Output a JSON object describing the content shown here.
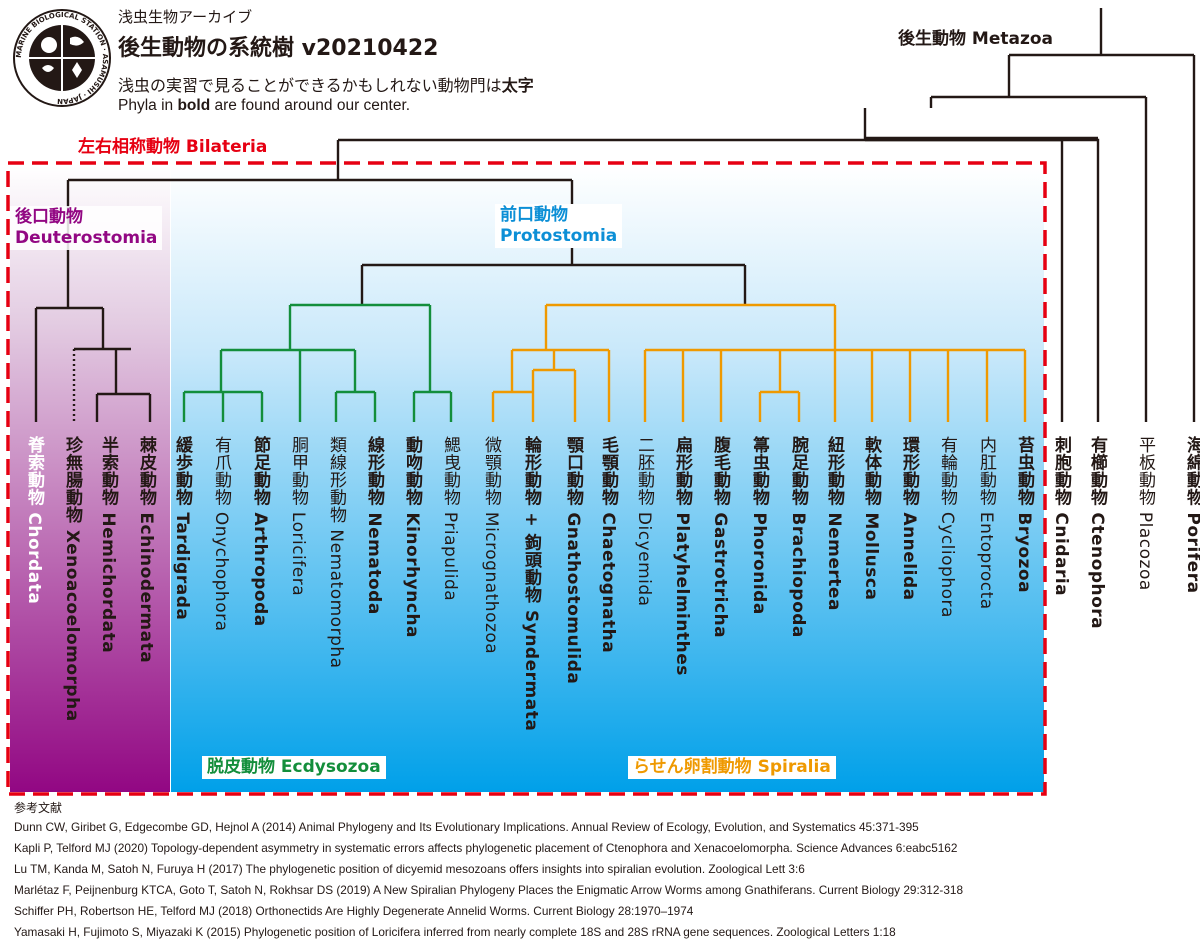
{
  "header": {
    "small": "浅虫生物アーカイブ",
    "title": "後生動物の系統樹 v20210422",
    "subtitle_jp_pre": "浅虫の実習で見ることができるかもしれない動物門は",
    "subtitle_jp_bold": "太字",
    "subtitle_en_pre": "Phyla in ",
    "subtitle_en_bold": "bold",
    "subtitle_en_post": " are found around our center."
  },
  "logo": {
    "ring_text": "MARINE BIOLOGICAL STATION · ASAMUSHI · JAPAN"
  },
  "clades": {
    "metazoa": "後生動物 Metazoa",
    "bilateria": "左右相称動物 Bilateria",
    "deuterostomia_jp": "後口動物",
    "deuterostomia_en": "Deuterostomia",
    "protostomia_jp": "前口動物",
    "protostomia_en": "Protostomia",
    "ecdysozoa": "脱皮動物 Ecdysozoa",
    "spiralia": "らせん卵割動物 Spiralia"
  },
  "colors": {
    "deuterostomia": "#920783",
    "ecdysozoa": "#138e3b",
    "spiralia": "#ef9900",
    "protostomia": "#0c8fd6",
    "bilateria_box": "#e60012",
    "tree": "#231815"
  },
  "phyla": [
    {
      "name": "脊索動物 Chordata",
      "bold": true
    },
    {
      "name": "珍無腸動物 Xenoacoelomorpha",
      "bold": true
    },
    {
      "name": "半索動物 Hemichordata",
      "bold": true
    },
    {
      "name": "棘皮動物 Echinodermata",
      "bold": true
    },
    {
      "name": "緩歩動物 Tardigrada",
      "bold": true
    },
    {
      "name": "有爪動物 Onychophora",
      "bold": false
    },
    {
      "name": "節足動物 Arthropoda",
      "bold": true
    },
    {
      "name": "胴甲動物 Loricifera",
      "bold": false
    },
    {
      "name": "類線形動物 Nematomorpha",
      "bold": false
    },
    {
      "name": "線形動物 Nematoda",
      "bold": true
    },
    {
      "name": "動吻動物 Kinorhyncha",
      "bold": true
    },
    {
      "name": "鰓曳動物 Priapulida",
      "bold": false
    },
    {
      "name": "微顎動物 Micrognathozoa",
      "bold": false
    },
    {
      "name": "輪形動物 + 鉤頭動物 Syndermata",
      "bold": true
    },
    {
      "name": "顎口動物 Gnathostomulida",
      "bold": true
    },
    {
      "name": "毛顎動物 Chaetognatha",
      "bold": true
    },
    {
      "name": "二胚動物 Dicyemida",
      "bold": false
    },
    {
      "name": "扁形動物 Platyhelminthes",
      "bold": true
    },
    {
      "name": "腹毛動物 Gastrotricha",
      "bold": true
    },
    {
      "name": "箒虫動物 Phoronida",
      "bold": true
    },
    {
      "name": "腕足動物 Brachiopoda",
      "bold": true
    },
    {
      "name": "紐形動物 Nemertea",
      "bold": true
    },
    {
      "name": "軟体動物 Mollusca",
      "bold": true
    },
    {
      "name": "環形動物 Annelida",
      "bold": true
    },
    {
      "name": "有輪動物 Cycliophora",
      "bold": false
    },
    {
      "name": "内肛動物 Entoprocta",
      "bold": false
    },
    {
      "name": "苔虫動物 Bryozoa",
      "bold": true
    },
    {
      "name": "刺胞動物 Cnidaria",
      "bold": true
    },
    {
      "name": "有櫛動物 Ctenophora",
      "bold": true
    },
    {
      "name": "平板動物 Placozoa",
      "bold": false
    },
    {
      "name": "海綿動物 Porifera",
      "bold": true
    }
  ],
  "references": {
    "heading": "参考文献",
    "items": [
      "Dunn CW, Giribet G, Edgecombe GD, Hejnol A (2014) Animal Phylogeny and Its Evolutionary Implications. Annual Review of Ecology, Evolution, and Systematics 45:371-395",
      "Kapli P, Telford MJ (2020) Topology-dependent asymmetry in systematic errors affects phylogenetic placement of Ctenophora and Xenacoelomorpha. Science Advances 6:eabc5162",
      "Lu TM, Kanda M, Satoh N, Furuya H (2017) The phylogenetic position of dicyemid mesozoans offers insights into spiralian evolution. Zoological Lett 3:6",
      "Marlétaz F, Peijnenburg KTCA, Goto T, Satoh N, Rokhsar DS (2019) A New Spiralian Phylogeny Places the Enigmatic Arrow Worms among Gnathiferans. Current Biology 29:312-318",
      "Schiffer PH, Robertson HE, Telford MJ (2018) Orthonectids Are Highly Degenerate Annelid Worms. Current Biology 28:1970–1974",
      "Yamasaki H, Fujimoto S, Miyazaki K (2015) Phylogenetic position of Loricifera inferred from nearly complete 18S and 28S rRNA gene sequences. Zoological Letters 1:18"
    ]
  }
}
